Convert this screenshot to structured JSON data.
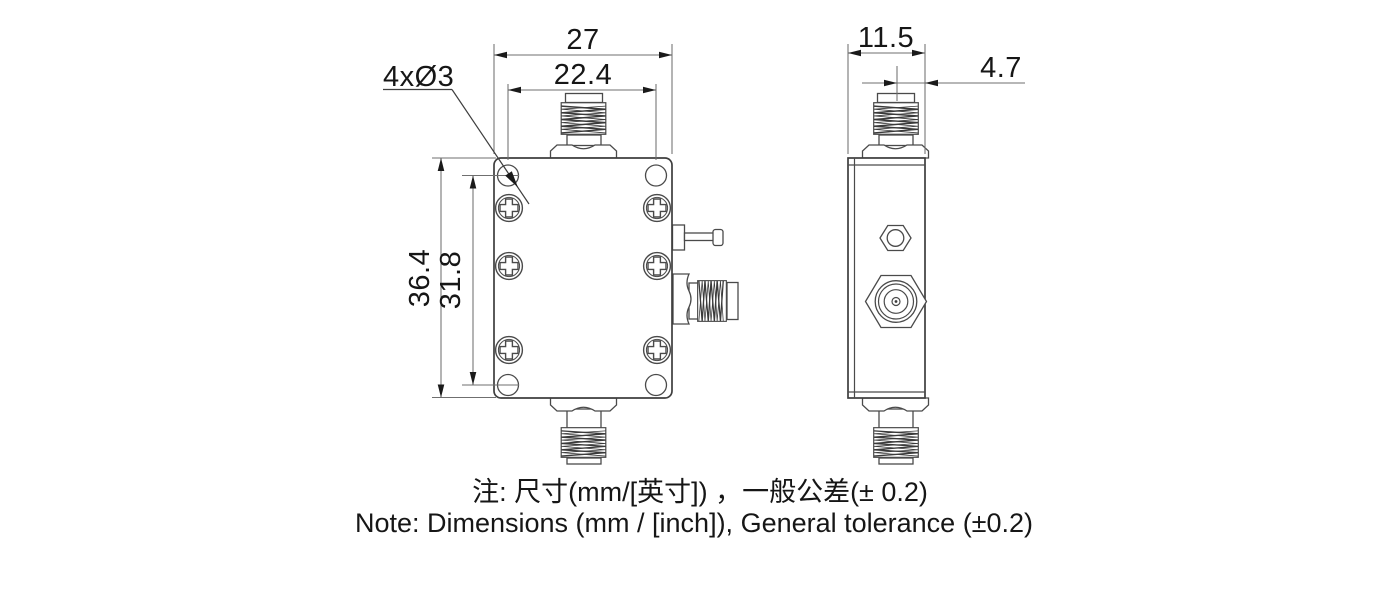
{
  "drawing": {
    "dimensions": {
      "front_width": "27",
      "mount_hole_spacing_horizontal": "22.4",
      "front_height": "36.4",
      "mount_hole_spacing_vertical": "31.8",
      "side_depth": "11.5",
      "connector_offset": "4.7",
      "mount_hole_callout": "4xØ3"
    },
    "note": {
      "line_zh": "注: 尺寸(mm/[英寸]) ，一般公差(± 0.2)",
      "line_en": "Note: Dimensions (mm / [inch]), General tolerance (±0.2)"
    },
    "colors": {
      "background": "#ffffff",
      "body_line": "#3e3e3e",
      "dimension_line": "#6f6f6f",
      "text": "#161616"
    }
  }
}
